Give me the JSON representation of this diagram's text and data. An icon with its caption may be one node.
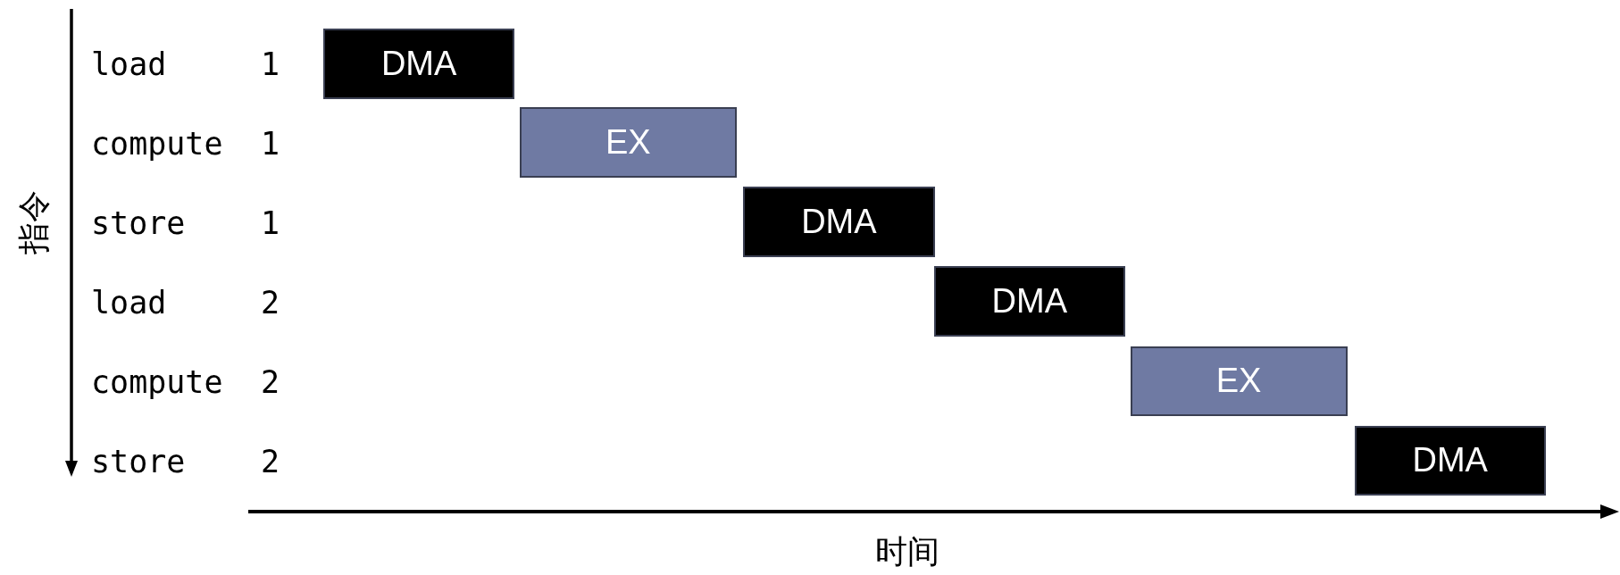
{
  "diagram": {
    "nodes": [
      {
        "text": [
          "DMA"
        ]
      },
      {
        "text": [
          "EX"
        ]
      },
      {
        "text": [
          "DMA"
        ]
      },
      {
        "text": [
          "DMA"
        ]
      },
      {
        "text": [
          "EX"
        ]
      },
      {
        "text": [
          "DMA"
        ]
      }
    ],
    "labels": [
      "load",
      "1",
      "compute",
      "1",
      "store",
      "1",
      "load",
      "2",
      "compute",
      "2",
      "store",
      "2",
      "指令",
      "时间"
    ]
  }
}
